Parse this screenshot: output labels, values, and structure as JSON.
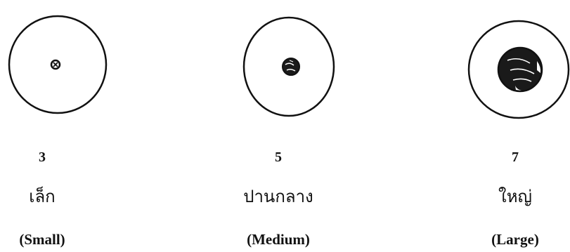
{
  "items": [
    {
      "value": "3",
      "thai_label": "เล็ก",
      "english_label": "(Small)"
    },
    {
      "value": "5",
      "thai_label": "ปานกลาง",
      "english_label": "(Medium)"
    },
    {
      "value": "7",
      "thai_label": "ใหญ่",
      "english_label": "(Large)"
    }
  ]
}
